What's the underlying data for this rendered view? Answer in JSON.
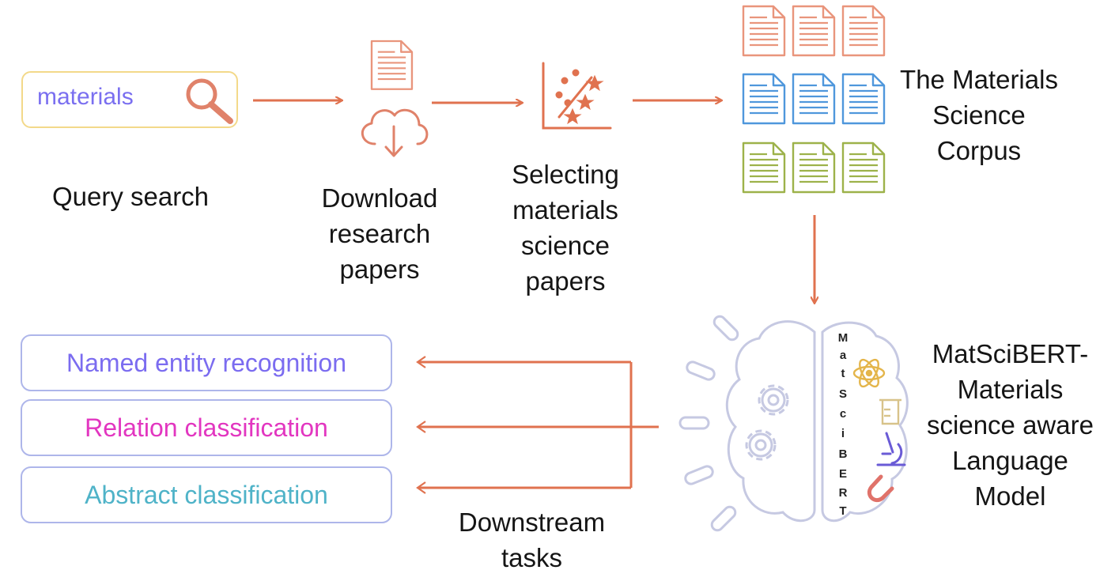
{
  "search": {
    "query": "materials"
  },
  "steps": {
    "query_search": [
      "Query search"
    ],
    "download": [
      "Download",
      "research",
      "papers"
    ],
    "selecting": [
      "Selecting",
      "materials",
      "science",
      "papers"
    ],
    "corpus": [
      "The Materials",
      "Science",
      "Corpus"
    ],
    "model": [
      "MatSciBERT-",
      "Materials",
      "science aware",
      "Language",
      "Model"
    ],
    "downstream": [
      "Downstream",
      "tasks"
    ]
  },
  "model_vertical_text": [
    "M",
    "a",
    "t",
    "S",
    "c",
    "i",
    "B",
    "E",
    "R",
    "T"
  ],
  "tasks": [
    {
      "label": "Named entity recognition",
      "color": "#7b6cf0"
    },
    {
      "label": "Relation classification",
      "color": "#e236c0"
    },
    {
      "label": "Abstract classification",
      "color": "#4fb3c8"
    }
  ],
  "colors": {
    "arrow": "#e0724f",
    "search_border": "#f3d98a",
    "task_border": "#aeb6ea",
    "doc_row_1": "#e9957c",
    "doc_row_2": "#4f97dc",
    "doc_row_3": "#9db24a",
    "brain": "#c6c9e2"
  },
  "icons": [
    "magnifier-icon",
    "document-icon",
    "cloud-download-icon",
    "scatter-selection-icon",
    "atom-icon",
    "beaker-icon",
    "microscope-icon",
    "magnet-icon",
    "gear-icon"
  ]
}
